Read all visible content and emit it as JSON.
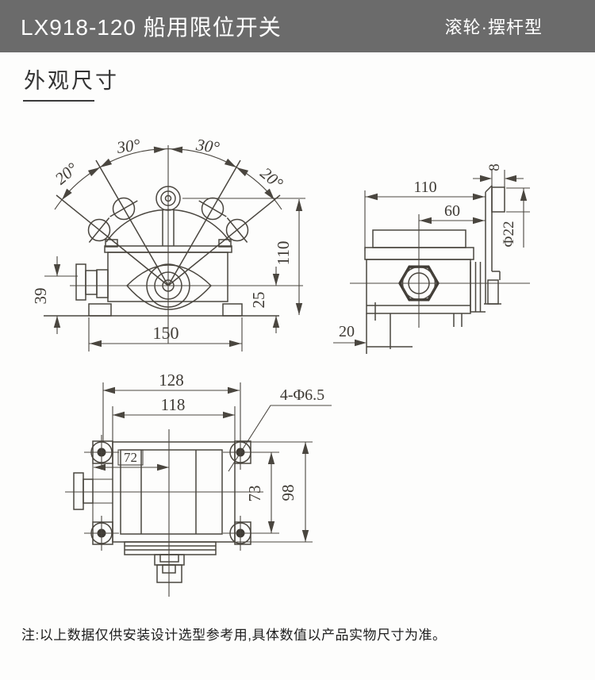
{
  "header": {
    "title": "LX918-120 船用限位开关",
    "subtitle": "滚轮·摆杆型"
  },
  "section": {
    "title": "外观尺寸"
  },
  "note": "注:以上数据仅供安装设计选型参考用,具体数值以产品实物尺寸为准。",
  "colors": {
    "header_bg": "#6b6b6b",
    "header_text": "#ffffff",
    "line": "#4a463f",
    "page_bg": "#fdfdfc"
  },
  "front_view": {
    "angles": {
      "left_outer": "20°",
      "left_inner": "30°",
      "right_inner": "30°",
      "right_outer": "20°"
    },
    "dims": {
      "total_height": "110",
      "base_to_center": "25",
      "shaft_offset": "39",
      "base_width": "150"
    }
  },
  "side_view": {
    "dims": {
      "body_width": "110",
      "cover_to_arm": "60",
      "roller_thickness": "8",
      "roller_diameter": "Φ22",
      "foot_width": "20"
    }
  },
  "bottom_view": {
    "dims": {
      "overall_width": "128",
      "body_width": "118",
      "mounting_holes": "4-Φ6.5",
      "center_offset": "72",
      "hole_spacing_v": "73",
      "overall_height": "98"
    }
  }
}
